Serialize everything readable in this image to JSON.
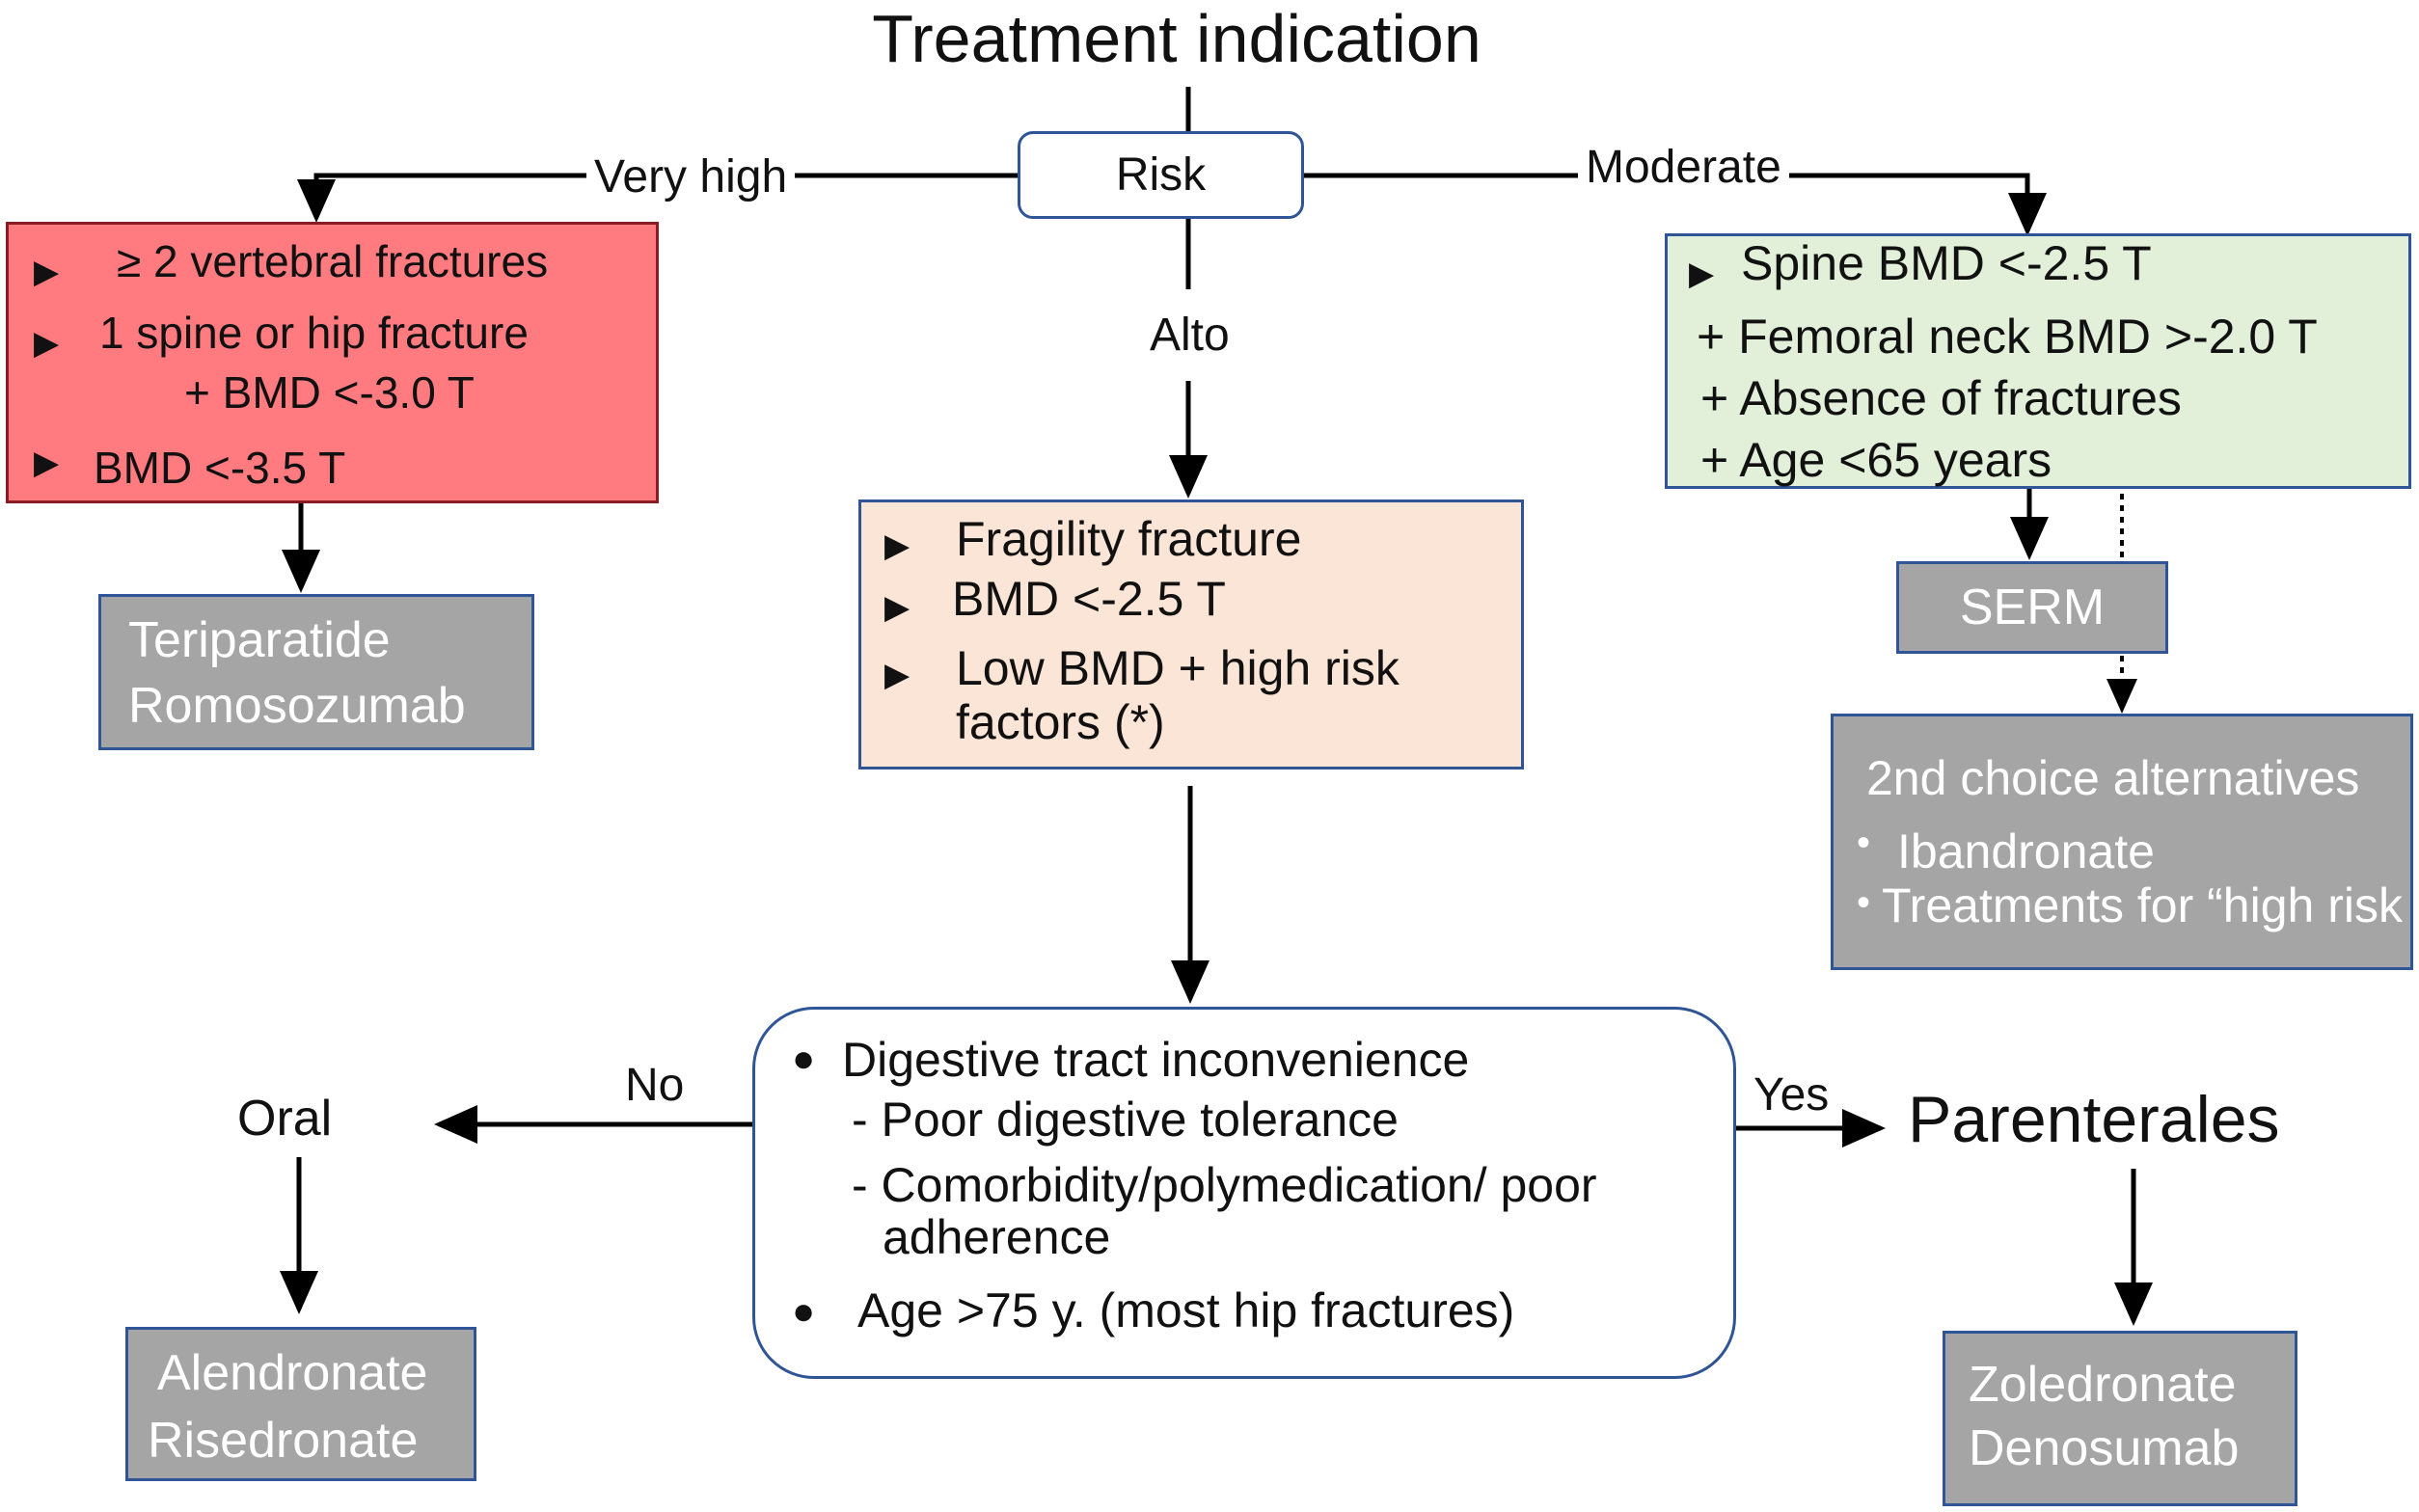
{
  "title": "Treatment indication",
  "risk_node": "Risk",
  "branches": {
    "very_high": "Very high",
    "high": "Alto",
    "moderate": "Moderate"
  },
  "very_high_box": {
    "bullet": "▶",
    "line1": "≥ 2 vertebral fractures",
    "line2": "1 spine or hip fracture",
    "line3": "+ BMD <-3.0 T",
    "line4": "BMD <-3.5 T"
  },
  "very_high_treatment": [
    "Teriparatide",
    "Romosozumab"
  ],
  "high_box": {
    "bullet": "▶",
    "line1": "Fragility fracture",
    "line2": "BMD <-2.5 T",
    "line3": "Low BMD + high risk",
    "line4": "factors (*)"
  },
  "moderate_box": {
    "bullet": "▶",
    "line1": "Spine BMD <-2.5 T",
    "line2": "+ Femoral neck BMD >-2.0 T",
    "line3": "+ Absence of fractures",
    "line4": "+ Age <65 years"
  },
  "serm": "SERM",
  "alternatives": {
    "heading": "2nd choice alternatives",
    "bullet": "•",
    "item1": "Ibandronate",
    "item2": "Treatments for “high risk"
  },
  "decision": {
    "bullet": "●",
    "line1": "Digestive tract inconvenience",
    "line2": "- Poor digestive tolerance",
    "line3": "- Comorbidity/polymedication/ poor",
    "line4": "adherence",
    "line5": "Age >75 y. (most hip fractures)"
  },
  "no_label": "No",
  "yes_label": "Yes",
  "oral_label": "Oral",
  "parenteral_label": "Parenterales",
  "oral_treatment": [
    "Alendronate",
    "Risedronate"
  ],
  "parenteral_treatment": [
    "Zoledronate",
    "Denosumab"
  ],
  "colors": {
    "very_high_fill": "#ff7b80",
    "high_fill": "#fbe5d6",
    "moderate_fill": "#e2f0d9",
    "treatment_fill": "#a5a5a5",
    "border_blue": "#2f5597"
  }
}
